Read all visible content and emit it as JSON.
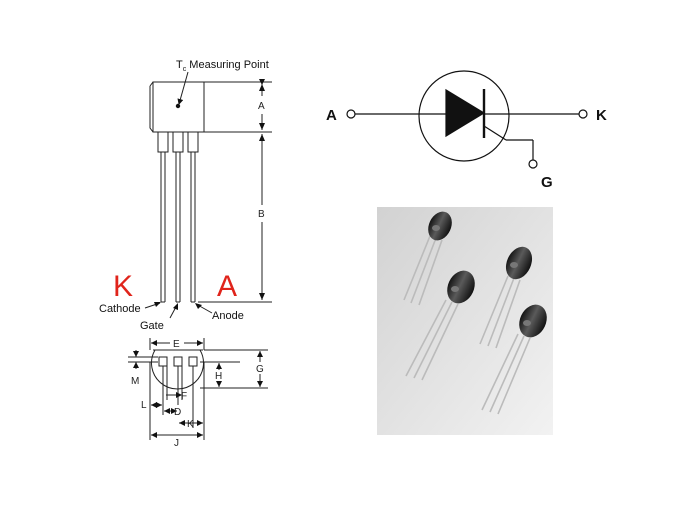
{
  "package": {
    "measuring_point": {
      "main": "T",
      "sub": "c",
      "rest": " Measuring Point"
    },
    "dims": [
      "A",
      "B",
      "E",
      "M",
      "H",
      "G",
      "F",
      "L",
      "D",
      "K",
      "J"
    ],
    "pins": {
      "cathode": "Cathode",
      "gate": "Gate",
      "anode": "Anode"
    },
    "big_labels": {
      "k": "K",
      "a": "A"
    },
    "colors": {
      "big_label": "#e0241b"
    }
  },
  "symbol": {
    "anode": "A",
    "cathode": "K",
    "gate": "G"
  }
}
